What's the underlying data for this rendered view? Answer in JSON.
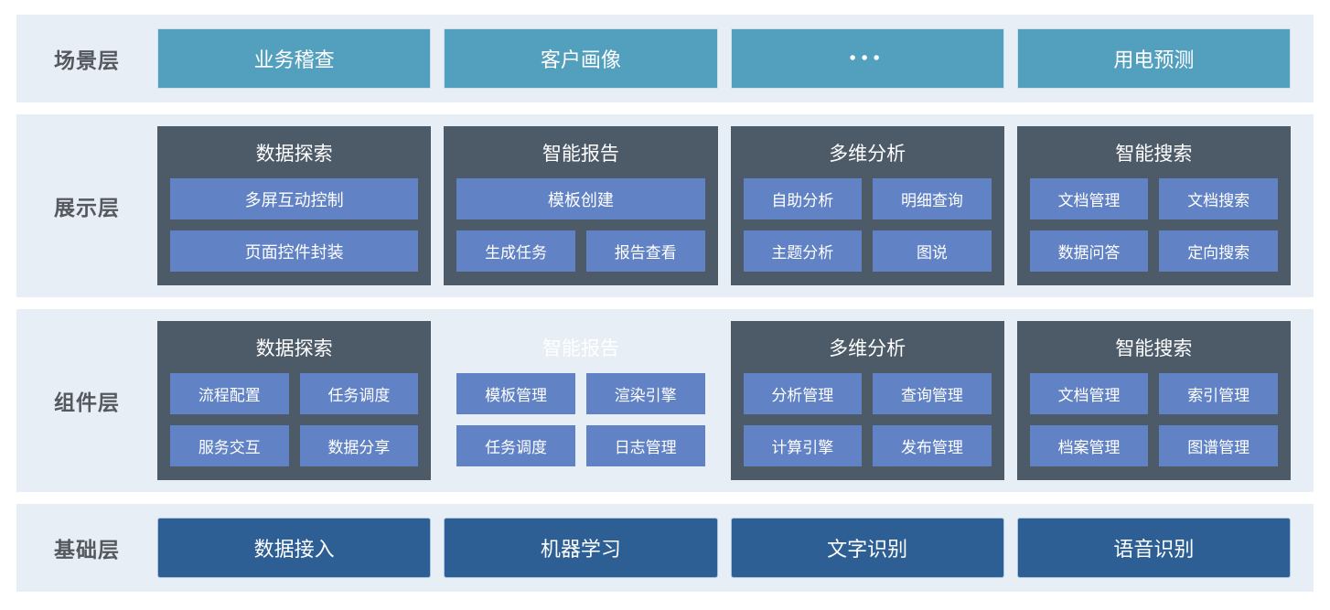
{
  "colors": {
    "band_background": "#e8eef5",
    "scenario_button": "#539fbe",
    "group_background": "#4d5a68",
    "module_chip": "#6182c4",
    "foundation_button": "#2d5f94",
    "layer_label_text": "#55595f"
  },
  "layers": [
    {
      "label": "场景层",
      "buttons": [
        "业务稽查",
        "客户画像",
        "•••",
        "用电预测"
      ]
    },
    {
      "label": "展示层",
      "groups": [
        {
          "title": "数据探索",
          "items": [
            "多屏互动控制",
            "页面控件封装"
          ]
        },
        {
          "title": "智能报告",
          "items": [
            "模板创建",
            "生成任务",
            "报告查看"
          ]
        },
        {
          "title": "多维分析",
          "items": [
            "自助分析",
            "明细查询",
            "主题分析",
            "图说"
          ]
        },
        {
          "title": "智能搜索",
          "items": [
            "文档管理",
            "文档搜索",
            "数据问答",
            "定向搜索"
          ]
        }
      ]
    },
    {
      "label": "组件层",
      "groups": [
        {
          "title": "数据探索",
          "items": [
            "流程配置",
            "任务调度",
            "服务交互",
            "数据分享"
          ]
        },
        {
          "title": "智能报告",
          "items": [
            "模板管理",
            "渲染引擎",
            "任务调度",
            "日志管理"
          ]
        },
        {
          "title": "多维分析",
          "items": [
            "分析管理",
            "查询管理",
            "计算引擎",
            "发布管理"
          ]
        },
        {
          "title": "智能搜索",
          "items": [
            "文档管理",
            "索引管理",
            "档案管理",
            "图谱管理"
          ]
        }
      ]
    },
    {
      "label": "基础层",
      "buttons": [
        "数据接入",
        "机器学习",
        "文字识别",
        "语音识别"
      ]
    }
  ]
}
